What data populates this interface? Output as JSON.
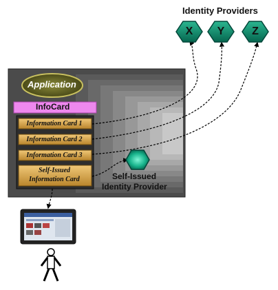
{
  "diagram": {
    "providers_heading": "Identity Providers",
    "providers": [
      {
        "id": "x",
        "label": "X"
      },
      {
        "id": "y",
        "label": "Y"
      },
      {
        "id": "z",
        "label": "Z"
      }
    ],
    "application_label": "Application",
    "selector_label": "InfoCard",
    "cards": [
      {
        "id": "card1",
        "line1": "Information Card 1",
        "line2": ""
      },
      {
        "id": "card2",
        "line1": "Information Card 2",
        "line2": ""
      },
      {
        "id": "card3",
        "line1": "Information Card 3",
        "line2": ""
      },
      {
        "id": "self",
        "line1": "Self-Issued",
        "line2": "Information Card"
      }
    ],
    "self_issued_provider": {
      "line1": "Self-Issued",
      "line2": "Identity Provider"
    },
    "colors": {
      "hex_fill": "#0c8a6a",
      "hex_light": "#36c9a4",
      "hex_dark": "#045342",
      "panel": "#4a4a4a",
      "infocard_bar": "#ee88ee",
      "card_fill": "#d9a94a",
      "app_fill": "#5a5a1e",
      "app_border": "#c8c060"
    },
    "icons": [
      "laptop-icon",
      "user-icon"
    ]
  }
}
